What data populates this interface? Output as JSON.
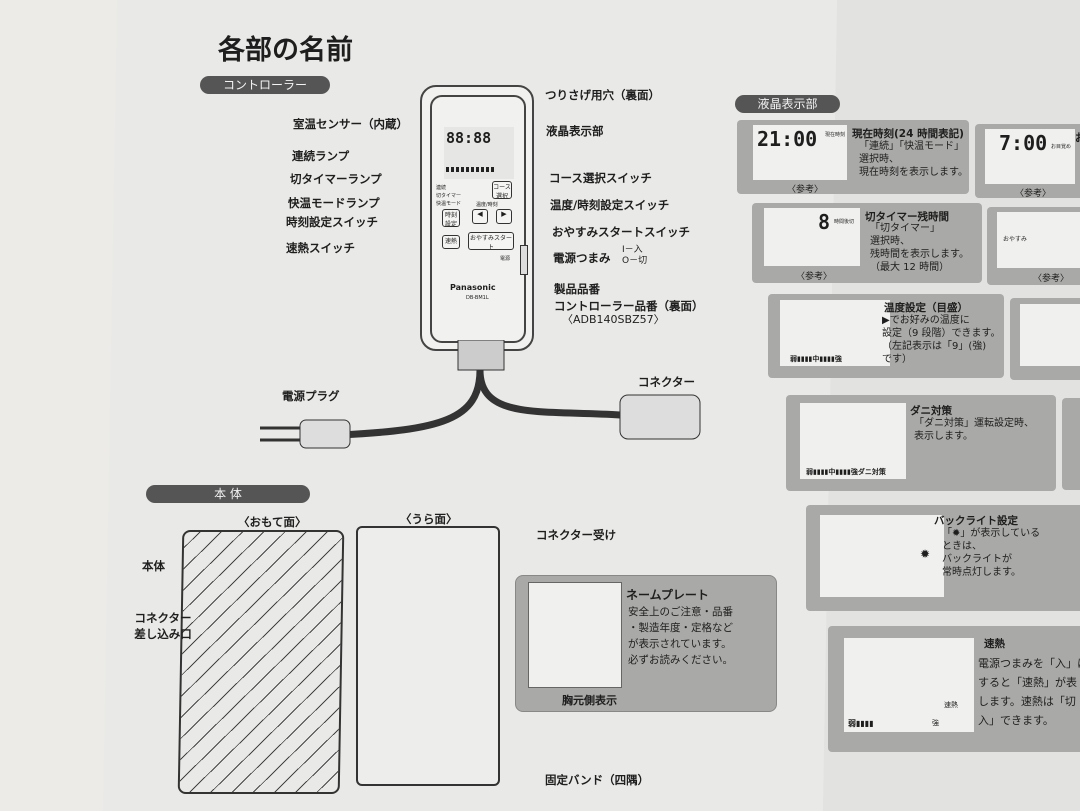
{
  "title": "各部の名前",
  "controller_section": {
    "heading": "コントローラー",
    "labels": {
      "hanging_hole": "つりさげ用穴（裏面）",
      "room_sensor": "室温センサー（内蔵）",
      "lcd": "液晶表示部",
      "continuous_lamp": "連続ランプ",
      "off_timer_lamp": "切タイマーランプ",
      "comfort_mode_lamp": "快温モードランプ",
      "course_switch": "コース選択スイッチ",
      "temp_time_switch": "温度/時刻設定スイッチ",
      "clock_set_switch": "時刻設定スイッチ",
      "sleep_start_switch": "おやすみスタートスイッチ",
      "quick_heat_switch": "速熱スイッチ",
      "power_knob": "電源つまみ",
      "power_knob_on": "I－入",
      "power_knob_off": "O－切",
      "product_number": "製品品番",
      "controller_number": "コントローラー品番（裏面）",
      "controller_model": "〈ADB140SBZ57〉",
      "power_plug": "電源プラグ",
      "connector": "コネクター"
    },
    "device": {
      "brand": "Panasonic",
      "model": "DB-BM1L",
      "lcd_digits": "88:88",
      "lamp_labels": [
        "連続",
        "切タイマー",
        "快温モード"
      ],
      "btn_course": "コース選択",
      "btn_clock": "時刻設定",
      "btn_left": "◀",
      "btn_right": "▶",
      "btn_temp_caption": "温度/時刻",
      "btn_quick": "速熱",
      "btn_sleep": "おやすみスタート",
      "power_label": "電源"
    }
  },
  "body_section": {
    "heading": "本 体",
    "front_label": "〈おもて面〉",
    "back_label": "〈うら面〉",
    "body_label": "本体",
    "connector_inlet": "コネクター差し込み口",
    "connector_receptacle": "コネクター受け",
    "fixing_band": "固定バンド（四隅）",
    "nameplate": {
      "title": "ネームプレート",
      "text": "安全上のご注意・品番\n・製造年度・定格など\nが表示されています。\n必ずお読みください。",
      "chest_side": "胸元側表示"
    }
  },
  "lcd_section": {
    "heading": "液晶表示部",
    "cards": [
      {
        "display": "21:00",
        "tag": "現在時刻",
        "title": "現在時刻(24 時間表記)",
        "text": "「連続」「快温モード」\n選択時、\n現在時刻を表示します。",
        "ref": "〈参考〉"
      },
      {
        "display": "7:00",
        "tag": "お目覚め",
        "title": "お目",
        "text": "",
        "ref": "〈参考〉"
      },
      {
        "display": "8",
        "tag": "時間後切",
        "title": "切タイマー残時間",
        "text": "「切タイマー」\n選択時、\n残時間を表示します。\n（最大 12 時間）",
        "ref": "〈参考〉"
      },
      {
        "display": "おやすみ",
        "ref": "〈参考〉"
      },
      {
        "bar": "弱▮▮▮▮中▮▮▮▮強",
        "title": "温度設定（目盛）",
        "text": "▶でお好みの温度に\n設定（9 段階）できます。\n（左記表示は「9」(強)\nです）"
      },
      {
        "bar": "弱▮▮▮▮中▮▮▮▮強ダニ対策",
        "title": "ダニ対策",
        "text": "「ダニ対策」運転設定時、\n表示します。"
      },
      {
        "icon": "light-bulb",
        "title": "バックライト設定",
        "text": "「✹」が表示している\nときは、\nバックライトが\n常時点灯します。"
      },
      {
        "bar": "弱▮▮▮▮",
        "tag": "速熱",
        "tag2": "強",
        "title": "速熱",
        "text": "電源つまみを「入」に\nすると「速熱」が表\nします。速熱は「切\n入」できます。"
      }
    ]
  },
  "colors": {
    "card_gray": "#a9a9a7",
    "pill_dark": "#555555",
    "mat_gray": "#7a7a78"
  }
}
